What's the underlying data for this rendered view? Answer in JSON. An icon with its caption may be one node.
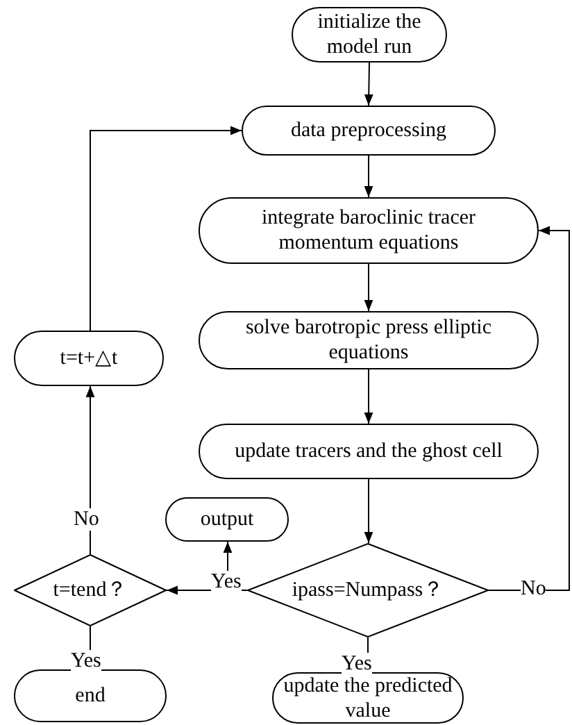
{
  "diagram": {
    "nodes": [
      {
        "text": [
          "initialize the model run"
        ]
      },
      {
        "text": [
          "data preprocessing"
        ]
      },
      {
        "text": [
          "integrate baroclinic tracer momentum equations"
        ]
      },
      {
        "text": [
          "solve barotropic press elliptic equations"
        ]
      },
      {
        "text": [
          "t=t+△t"
        ]
      },
      {
        "text": [
          "update tracers and the ghost cell"
        ]
      },
      {
        "text": [
          "output"
        ]
      },
      {
        "text": [
          "ipass=Numpass？"
        ]
      },
      {
        "text": [
          "t=tend？"
        ]
      },
      {
        "text": [
          "end"
        ]
      },
      {
        "text": [
          "update the predicted value"
        ]
      }
    ],
    "edges": [
      {
        "from": 0,
        "to": 1,
        "arrow": "to"
      },
      {
        "from": 1,
        "to": 2,
        "arrow": "to"
      },
      {
        "from": 2,
        "to": 3,
        "arrow": "to"
      },
      {
        "from": 3,
        "to": 5,
        "arrow": "to"
      },
      {
        "from": 5,
        "to": 7,
        "arrow": "to"
      },
      {
        "from": 7,
        "to": 8,
        "arrow": "to",
        "label": "Yes"
      },
      {
        "from": 7,
        "to": 6,
        "arrow": "to"
      },
      {
        "from": 8,
        "to": 4,
        "arrow": "to",
        "label": "No"
      },
      {
        "from": 4,
        "to": 1,
        "arrow": "to"
      },
      {
        "from": 8,
        "to": 9,
        "arrow": "to",
        "label": "Yes"
      },
      {
        "from": 7,
        "to": 10,
        "arrow": "to",
        "label": "Yes"
      },
      {
        "from": 7,
        "to": 2,
        "arrow": "to",
        "label": "No"
      }
    ]
  }
}
